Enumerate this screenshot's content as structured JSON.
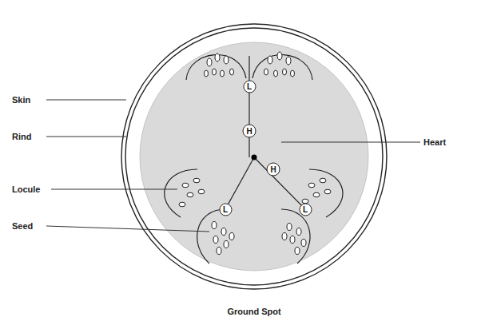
{
  "diagram": {
    "nodes": [
      {
        "text": [
          "L"
        ]
      },
      {
        "text": [
          "H"
        ]
      },
      {
        "text": [
          "H"
        ]
      },
      {
        "text": [
          "L"
        ]
      },
      {
        "text": [
          "L"
        ]
      }
    ],
    "labels": [
      "Skin",
      "Rind",
      "Locule",
      "Seed",
      "Heart",
      "Ground Spot"
    ]
  }
}
